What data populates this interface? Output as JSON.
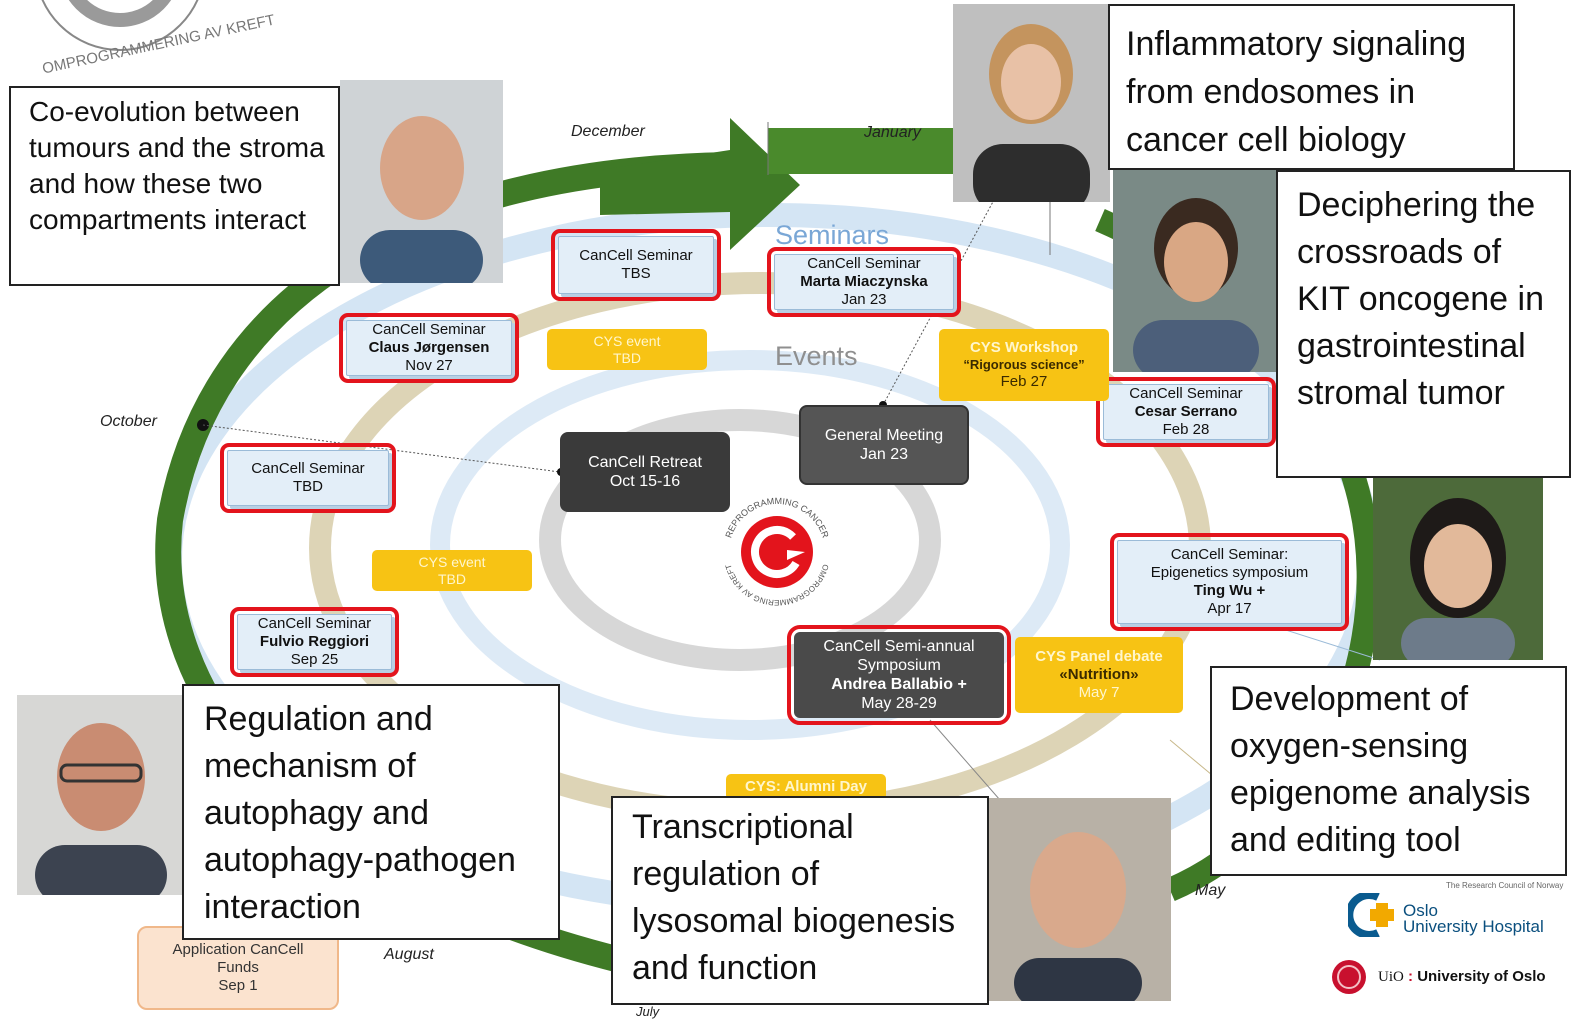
{
  "months": {
    "december": "December",
    "january": "January",
    "october": "October",
    "august": "August",
    "may": "May",
    "july": "July"
  },
  "ring_labels": {
    "seminars": "Seminars",
    "events": "Events"
  },
  "logo": {
    "top_text": "REPROGRAMMING CANCER",
    "bottom_text": "OMPROGRAMMERING AV KREFT",
    "partial_top_text": "OMPROGRAMMERING AV KREFT"
  },
  "captions": {
    "coevolution": "Co-evolution between tumours and the stroma and how these two compartments interact",
    "inflammatory": "Inflammatory signaling from endosomes in cancer cell biology",
    "deciphering": "Deciphering the crossroads of KIT oncogene in gastrointestinal stromal tumor",
    "autophagy": "Regulation and mechanism of autophagy and autophagy-pathogen interaction",
    "transcriptional": "Transcriptional regulation of lysosomal biogenesis and function",
    "oxygen": "Development of oxygen-sensing epigenome analysis and editing tool"
  },
  "events": {
    "sem_tbs": {
      "l1": "CanCell Seminar",
      "l2": "TBS"
    },
    "sem_marta": {
      "l1": "CanCell Seminar",
      "l2": "Marta Miaczynska",
      "l3": "Jan 23"
    },
    "sem_claus": {
      "l1": "CanCell Seminar",
      "l2": "Claus Jørgensen",
      "l3": "Nov 27"
    },
    "sem_tbd": {
      "l1": "CanCell Seminar",
      "l2": "TBD"
    },
    "sem_fulvio": {
      "l1": "CanCell Seminar",
      "l2": "Fulvio Reggiori",
      "l3": "Sep 25"
    },
    "sem_cesar": {
      "l1": "CanCell Seminar",
      "l2": "Cesar Serrano",
      "l3": "Feb 28"
    },
    "sem_ting": {
      "l1": "CanCell Seminar:",
      "l2": "Epigenetics symposium",
      "l3": "Ting Wu +",
      "l4": "Apr 17"
    },
    "symposium": {
      "l1": "CanCell Semi-annual",
      "l2": "Symposium",
      "l3": "Andrea Ballabio +",
      "l4": "May 28-29"
    },
    "cys_event_1": {
      "l1": "CYS event",
      "l2": "TBD"
    },
    "cys_event_2": {
      "l1": "CYS event",
      "l2": "TBD"
    },
    "cys_workshop": {
      "l1": "CYS Workshop",
      "l2": "“Rigorous science”",
      "l3": "Feb 27"
    },
    "cys_panel": {
      "l1": "CYS Panel debate",
      "l2": "«Nutrition»",
      "l3": "May 7"
    },
    "cys_alumni": {
      "l1": "CYS: Alumni Day"
    },
    "general_meeting": {
      "l1": "General Meeting",
      "l2": "Jan 23"
    },
    "retreat": {
      "l1": "CanCell Retreat",
      "l2": "Oct 15-16"
    },
    "application": {
      "l1": "Application CanCell",
      "l2": "Funds",
      "l3": "Sep 1"
    }
  },
  "partners": {
    "research_council": "The Research Council of Norway",
    "ous_line1": "Oslo",
    "ous_line2": "University Hospital",
    "uio_prefix": "UiO",
    "uio_name": "University of Oslo"
  },
  "colors": {
    "arrow_green": "#3f7a26",
    "highlight_red": "#e3141c",
    "cys_yellow": "#f7c314",
    "seminar_blue": "#e3eef8"
  }
}
